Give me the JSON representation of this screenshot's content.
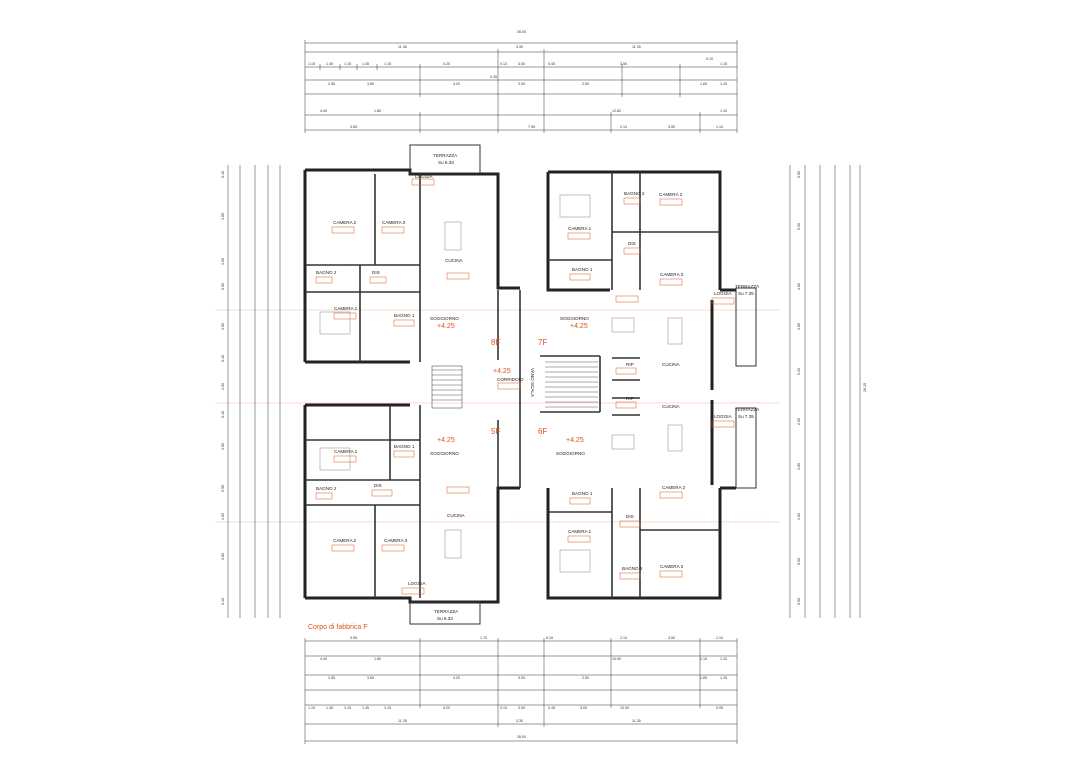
{
  "caption": "Corpo di fabbrica F",
  "total_width": "26.00",
  "total_height": "26.15",
  "top_dims": {
    "row1": [
      "11.35",
      "3.30",
      "11.35"
    ],
    "row2": [
      "1.15",
      "1.45",
      "1.15",
      "1.45",
      "1.15",
      "4.20",
      "0.13",
      "3.00",
      "0.45",
      "3.50",
      "0.10",
      "3.50",
      "0.10",
      "1.15"
    ],
    "row3": [
      "2.55",
      "3.60",
      "4.20",
      "0.45",
      "3.00",
      "2.50",
      "1.65",
      "0.10",
      "1.25"
    ],
    "row4": [
      "4.40",
      "1.80",
      "6.76",
      "1.15",
      "12.82",
      "0.20",
      "1.10"
    ],
    "row5": [
      "3.55",
      "7.96",
      "2.13",
      "3.50",
      "1.10"
    ]
  },
  "bottom_dims": {
    "row1": [
      "3.55",
      "1.70",
      "6.15",
      "2.13",
      "3.50",
      "1.10"
    ],
    "row2": [
      "4.40",
      "1.80",
      "10.90",
      "1.15",
      "1.10"
    ],
    "row3": [
      "2.55",
      "3.60",
      "4.20",
      "3.00",
      "2.50",
      "1.65",
      "1.25"
    ],
    "row4": [
      "1.15",
      "1.45",
      "1.15",
      "1.45",
      "1.15",
      "4.20",
      "0.13",
      "3.00",
      "0.45",
      "3.00",
      "10.00",
      "0.95"
    ],
    "row5": [
      "11.35",
      "3.30",
      "11.35"
    ]
  },
  "left_dims": [
    "0.40",
    "3.85",
    "1.65",
    "0.90",
    "3.50",
    "0.40",
    "2.00",
    "0.40",
    "3.50",
    "0.90",
    "1.65",
    "3.85",
    "0.40"
  ],
  "right_dims": [
    "0.50",
    "5.00",
    "1.60",
    "3.85",
    "0.20",
    "2.65",
    "3.85",
    "1.60",
    "5.00",
    "0.50"
  ],
  "apartments": {
    "8F": "8F",
    "7F": "7F",
    "5F": "5F",
    "6F": "6F"
  },
  "levels": {
    "l1": "+4.25",
    "l2": "+4.25",
    "l3": "+4.25",
    "l4": "+4.25",
    "l5": "+4.25"
  },
  "rooms": {
    "terrazza_top": "TERRAZZA",
    "terrazza_top_area": "Su 6.33",
    "loggia_top": "LOGGIA",
    "camera2_a": "CAMERA 2",
    "camera3_a": "CAMERA 3",
    "cucina_a": "CUCINA",
    "bagno2_a": "BAGNO 2",
    "dis_a": "DIS",
    "camera1_a": "CAMERA 1",
    "bagno1_a": "BAGNO 1",
    "soggiorno_a": "SOGGIORNO",
    "camera1_b": "CAMERA 1",
    "bagno2_b": "BAGNO 2",
    "camera2_b": "CAMERA 2",
    "dis_b": "DIS",
    "bagno1_b": "BAGNO 1",
    "soggiorno_b": "SOGGIORNO",
    "cucina_b": "CUCINA",
    "terrazza_r1": "TERRAZZA",
    "terrazza_r1_area": "Su 7.35",
    "loggia_r1": "LOGGIA",
    "rip_1": "RIP",
    "rip_2": "RIP",
    "corridoio": "CORRIDOIO",
    "vano_scala": "VANO SCALA",
    "camera1_c": "CAMERA 1",
    "bagno1_c": "BAGNO 1",
    "soggiorno_c": "SOGGIORNO",
    "bagno2_c": "BAGNO 2",
    "dis_c": "DIS",
    "cucina_c": "CUCINA",
    "camera2_c": "CAMERA 2",
    "camera3_c": "CAMERA 3",
    "loggia_bottom": "LOGGIA",
    "terrazza_bottom": "TERRAZZA",
    "terrazza_bottom_area": "Su 6.33",
    "soggiorno_d": "SOGGIORNO",
    "cucina_d": "CUCINA",
    "terrazza_r2": "TERRAZZA",
    "terrazza_r2_area": "Su 7.35",
    "loggia_r2": "LOGGIA",
    "bagno1_d": "BAGNO 1",
    "camera2_d": "CAMERA 2",
    "dis_d": "DIS",
    "camera1_d": "CAMERA 1",
    "bagno2_d": "BAGNO 2",
    "camera3_d": "CAMERA 3"
  },
  "colors": {
    "wall": "#222222",
    "annotation": "#d9531e",
    "gridline": "#f2b79a"
  }
}
